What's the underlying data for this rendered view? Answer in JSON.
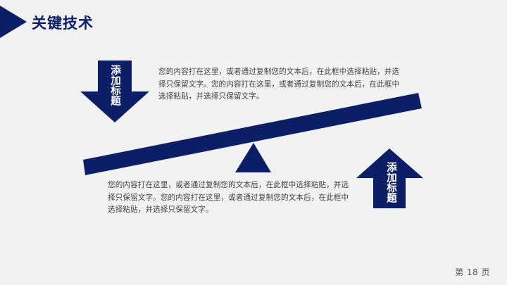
{
  "header": {
    "title": "关键技术",
    "marker_icon": "triangle-right"
  },
  "colors": {
    "primary": "#0c1f66",
    "background": "#f2f2f2",
    "body_text": "#404040",
    "page_number": "#595959"
  },
  "left_item": {
    "arrow_icon": "arrow-down",
    "label": "添加标题",
    "text": "您的内容打在这里，或者通过复制您的文本后，在此框中选择粘贴，并选择只保留文字。您的内容打在这里，或者通过复制您的文本后，在此框中选择粘贴，并选择只保留文字。"
  },
  "right_item": {
    "arrow_icon": "arrow-up",
    "label": "添加标题",
    "text": "您的内容打在这里，或者通过复制您的文本后，在此框中选择粘贴，并选择只保留文字。您的内容打在这里，或者通过复制您的文本后，在此框中选择粘贴，并选择只保留文字。"
  },
  "seesaw": {
    "beam_icon": "tilted-beam",
    "fulcrum_icon": "triangle-up"
  },
  "footer": {
    "page_number": "第 18 页"
  }
}
